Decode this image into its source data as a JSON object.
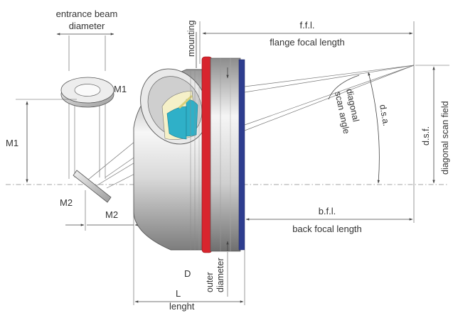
{
  "labels": {
    "entrance_beam_line1": "entrance beam",
    "entrance_beam_line2": "diameter",
    "m1_mirror": "M1",
    "m1_dim": "M1",
    "m2_mirror": "M2",
    "m2_dim": "M2",
    "mounting": "mounting",
    "ffl_abbr": "f.f.l.",
    "ffl_full": "flange focal length",
    "diag_angle_line1": "diagonal",
    "diag_angle_line2": "scan angle",
    "dsa": "d.s.a.",
    "dsf_abbr": "d.s.f.",
    "dsf_full": "diagonal scan field",
    "bfl_abbr": "b.f.l.",
    "bfl_full": "back focal length",
    "d_abbr": "D",
    "d_line1": "outer",
    "d_line2": "diameter",
    "l_abbr": "L",
    "l_full": "lenght"
  },
  "colors": {
    "red_ring": "#d8252e",
    "blue_ring": "#2e3d8f",
    "lens_cyan": "#2fb0c8",
    "lens_yellow": "#e8dd7a",
    "metal_light": "#f2f2f2",
    "metal_dark": "#8a8a8a"
  }
}
